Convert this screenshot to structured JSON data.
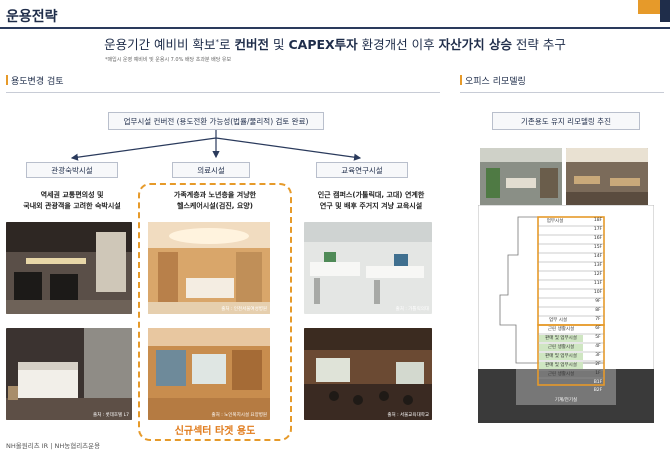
{
  "page": {
    "title": "운용전략",
    "headline": {
      "pre": "운용기간 예비비 확보",
      "sup": "*",
      "mid1": "로 ",
      "b1": "컨버전",
      "mid2": " 및 ",
      "b2": "CAPEX투자",
      "mid3": " 환경개선 이후 ",
      "b3": "자산가치 상승",
      "post": " 전략 추구"
    },
    "footnote": "*매입시 운영 예비비 및 운용시 7.0% 배당 초과분 배당 유보"
  },
  "left_section": {
    "label": "용도변경 검토",
    "top_box": "업무시설 컨버전 (용도전환 가능성(법률/물리적) 검토 완료)",
    "categories": [
      {
        "name": "관광숙박시설",
        "caption": "역세권 교통편의성 및\n국내외 관광객을 고려한 숙박시설",
        "credit_top": "",
        "credit_bottom": "출처 : 롯데호텔 L7"
      },
      {
        "name": "의료시설",
        "caption": "가족계층과 노년층을 겨냥한\n헬스케어시설(검진, 요양)",
        "credit_top": "출처 : 인천서울여성병원",
        "credit_bottom": "출처 : 노인복지시설 요양병원"
      },
      {
        "name": "교육연구시설",
        "caption": "인근 캠퍼스(가톨릭대, 고대) 연계한\n연구 및 배후 주거지 겨냥 교육시설",
        "credit_top": "출처 : 가톨릭의대",
        "credit_bottom": "출처 : 서울교육대학교"
      }
    ],
    "target_label": "신규섹터 타겟 용도"
  },
  "right_section": {
    "label": "오피스 리모델링",
    "box": "기존용도 유지 리모델링 추진",
    "floors": [
      "업무시설",
      "18F",
      "17F",
      "16F",
      "15F",
      "14F",
      "13F",
      "12F",
      "11F",
      "10F",
      "9F",
      "8F",
      "7F",
      "업무 시설",
      "6F",
      "근린 생활시설",
      "5F",
      "판매 및 업무시설",
      "4F",
      "근린 생활시설",
      "3F",
      "판매 및 업무시설",
      "2F",
      "판매 및 업무시설",
      "1F",
      "근린 생활시설",
      "B1F",
      "B2F",
      "기계/전기실"
    ]
  },
  "footer": "NH올원리츠 IR  |  NH농협리츠운용",
  "colors": {
    "navy": "#1f2d4a",
    "orange": "#e69a2a",
    "accent_orange": "#e07a1a"
  }
}
